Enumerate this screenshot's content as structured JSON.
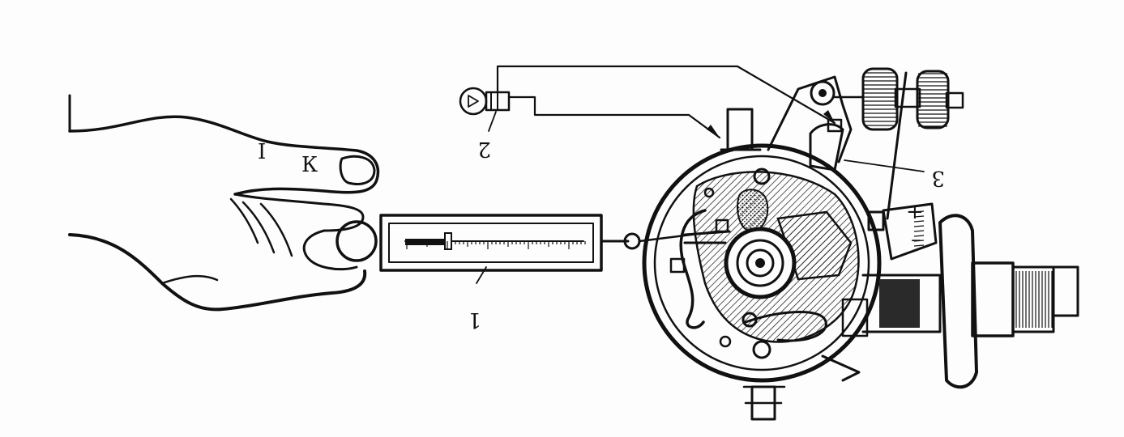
{
  "figure": {
    "callouts": [
      {
        "id": "dynamometer",
        "label": "1"
      },
      {
        "id": "test-lamp",
        "label": "2"
      },
      {
        "id": "contact-breaker",
        "label": "3"
      }
    ],
    "hand_marks": [
      "К",
      "І"
    ],
    "scale": {
      "plus": "+",
      "minus": "–"
    }
  },
  "colors": {
    "ink": "#111111",
    "paper": "#fdfdfd"
  }
}
